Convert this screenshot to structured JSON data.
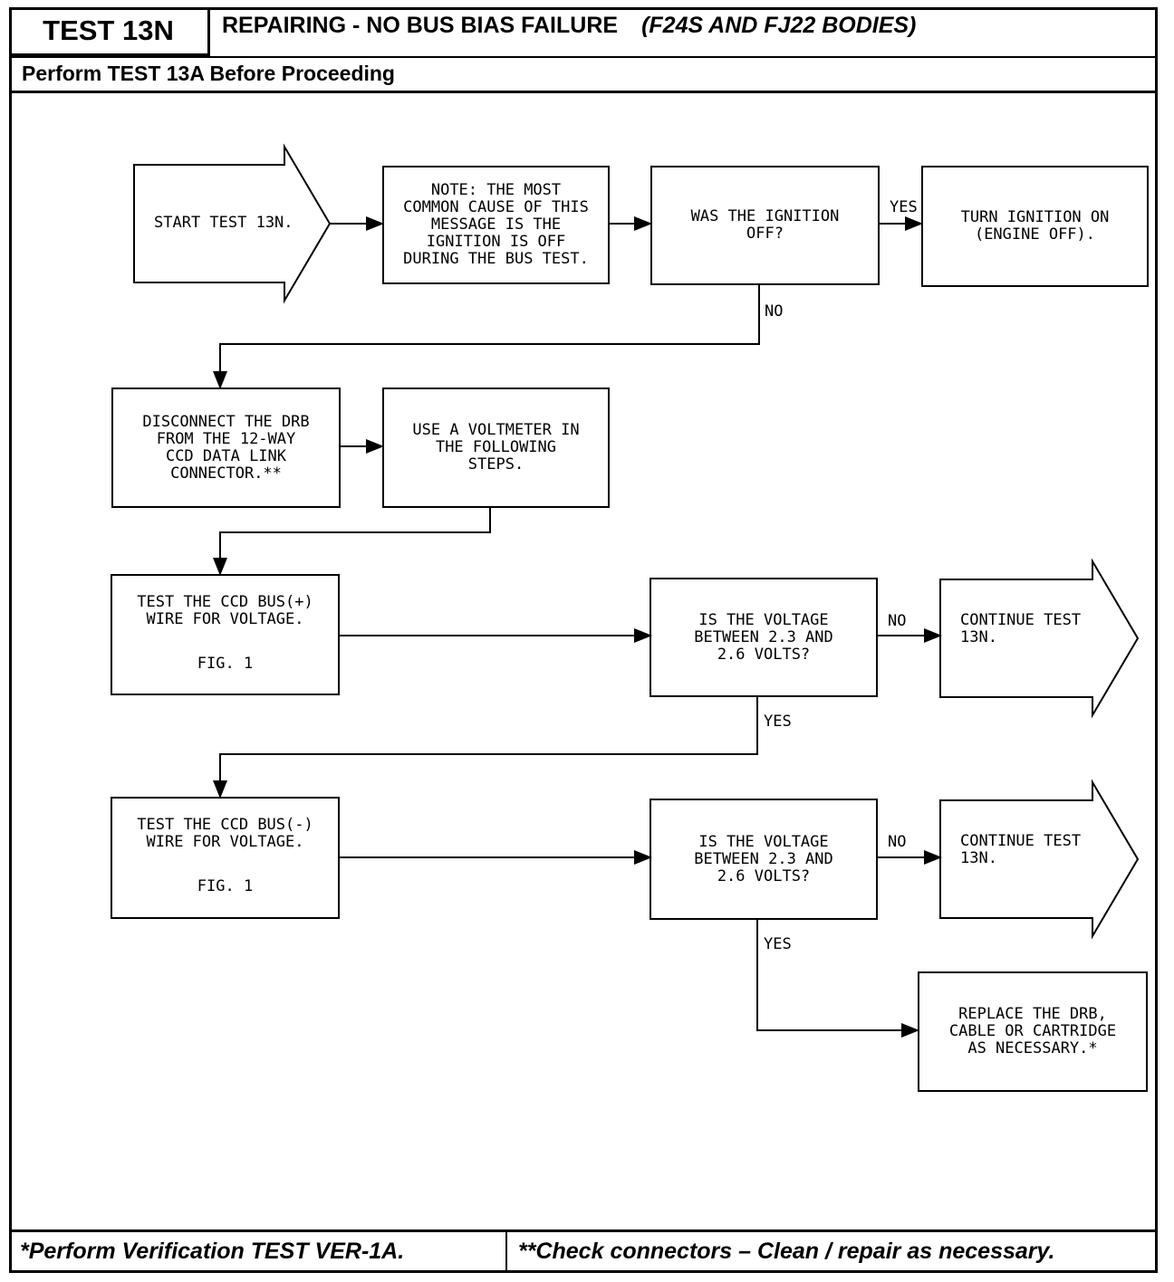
{
  "header": {
    "test_id": "TEST 13N",
    "title": "REPAIRING - NO BUS BIAS FAILURE",
    "bodies": "(F24S AND FJ22 BODIES)",
    "subtitle": "Perform TEST 13A Before Proceeding"
  },
  "flow": {
    "start": "START TEST 13N.",
    "note": "NOTE: THE MOST\nCOMMON CAUSE OF THIS\nMESSAGE IS THE\nIGNITION IS OFF\nDURING THE BUS TEST.",
    "q_ignition": "WAS THE IGNITION\nOFF?",
    "turn_on": "TURN IGNITION ON\n(ENGINE OFF).",
    "disconnect": "DISCONNECT THE DRB\nFROM THE 12-WAY\nCCD DATA LINK\nCONNECTOR.**",
    "voltmeter": "USE A VOLTMETER IN\nTHE FOLLOWING\nSTEPS.",
    "test_plus": "TEST THE CCD BUS(+)\nWIRE FOR VOLTAGE.",
    "test_plus_fig": "FIG. 1",
    "q_voltage_1": "IS THE VOLTAGE\nBETWEEN 2.3 AND\n2.6 VOLTS?",
    "continue_1": "CONTINUE TEST\n13N.",
    "test_minus": "TEST THE CCD BUS(-)\nWIRE FOR VOLTAGE.",
    "test_minus_fig": "FIG. 1",
    "q_voltage_2": "IS THE VOLTAGE\nBETWEEN 2.3 AND\n2.6 VOLTS?",
    "continue_2": "CONTINUE TEST\n13N.",
    "replace": "REPLACE THE DRB,\nCABLE OR CARTRIDGE\nAS NECESSARY.*",
    "labels": {
      "yes": "YES",
      "no": "NO"
    }
  },
  "footer": {
    "left": "*Perform Verification TEST VER-1A.",
    "right": "**Check connectors – Clean / repair as necessary."
  }
}
